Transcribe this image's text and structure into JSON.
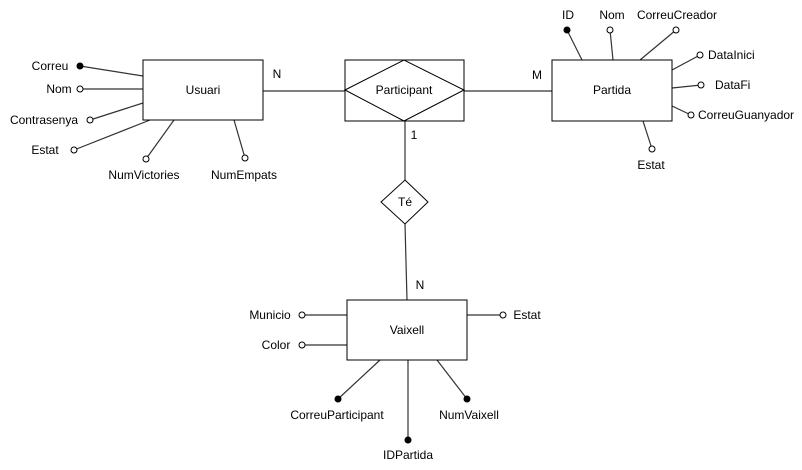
{
  "entities": {
    "usuari": "Usuari",
    "partida": "Partida",
    "vaixell": "Vaixell"
  },
  "relationships": {
    "participant": "Participant",
    "te": "Té"
  },
  "cardinalities": {
    "usuari_participant": "N",
    "partida_participant": "M",
    "participant_te": "1",
    "te_vaixell": "N"
  },
  "attributes": {
    "usuari": {
      "correu": "Correu",
      "nom": "Nom",
      "contrasenya": "Contrasenya",
      "estat": "Estat",
      "num_victories": "NumVictories",
      "num_empats": "NumEmpats"
    },
    "partida": {
      "id": "ID",
      "nom": "Nom",
      "correu_creador": "CorreuCreador",
      "data_inici": "DataInici",
      "data_fi": "DataFi",
      "correu_guanyador": "CorreuGuanyador",
      "estat": "Estat"
    },
    "vaixell": {
      "municio": "Municio",
      "color": "Color",
      "estat": "Estat",
      "correu_participant": "CorreuParticipant",
      "num_vaixell": "NumVaixell",
      "id_partida": "IDPartida"
    }
  },
  "colors": {
    "stroke": "#000000",
    "connector": "#333333",
    "fill": "#ffffff"
  }
}
